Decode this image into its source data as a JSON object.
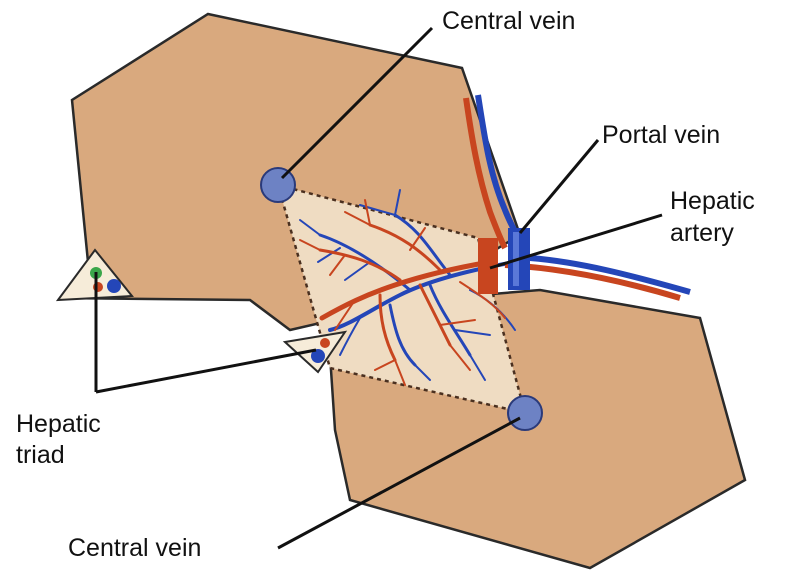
{
  "labels": {
    "central_vein_top": "Central vein",
    "portal_vein": "Portal vein",
    "hepatic_artery": [
      "Hepatic",
      "artery"
    ],
    "hepatic_triad": [
      "Hepatic",
      "triad"
    ],
    "central_vein_bottom": "Central vein"
  },
  "colors": {
    "lobule_fill": "#d9a97e",
    "lobule_stroke": "#2a2a2a",
    "acinus_fill": "#efdcc2",
    "central_vein": "#6d82c4",
    "portal_vein": "#2446b8",
    "hepatic_artery": "#c8451f",
    "bile_duct": "#3aa64a",
    "triad_fill": "#f6ecd9"
  }
}
